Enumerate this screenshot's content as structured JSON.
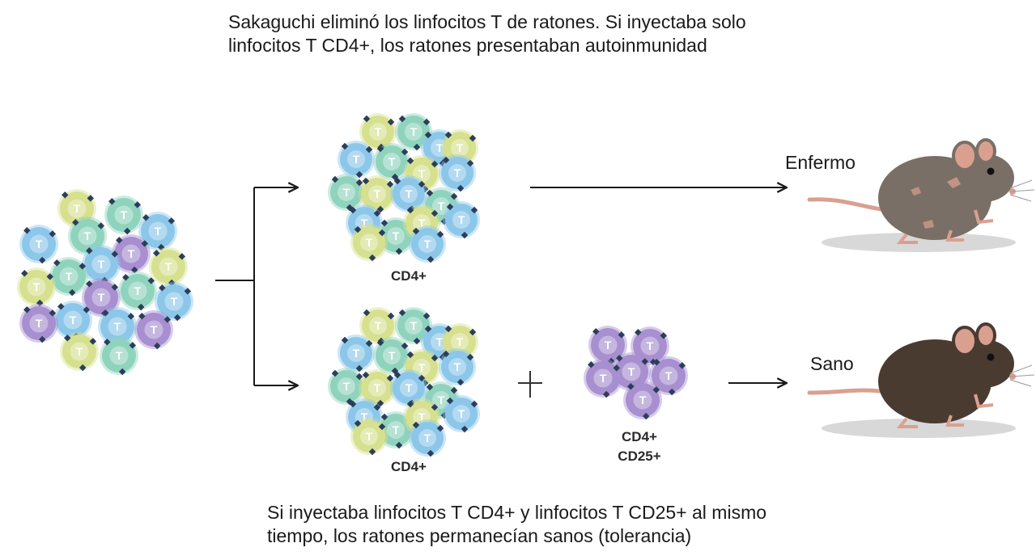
{
  "caption_top_line1": "Sakaguchi eliminó los linfocitos T de ratones. Si inyectaba solo",
  "caption_top_line2": "linfocitos T CD4+, los ratones presentaban autoinmunidad",
  "caption_bottom_line1": "Si inyectaba linfocitos T CD4+ y linfocitos T CD25+ al mismo",
  "caption_bottom_line2": "tiempo, los ratones permanecían sanos (tolerancia)",
  "label_cd4_top": "CD4+",
  "label_cd4_bottom": "CD4+",
  "label_cd25_line1": "CD4+",
  "label_cd25_line2": "CD25+",
  "outcome_sick": "Enfermo",
  "outcome_healthy": "Sano",
  "cell_letter": "T",
  "colors": {
    "yellow": "#d6e08f",
    "green": "#8fd3bd",
    "blue": "#8cc7ea",
    "purple": "#a78fd0",
    "receptor": "#2c3e58",
    "arrow": "#1a1a1a",
    "mouse_sick": "#7a6f66",
    "mouse_healthy": "#4a3b31",
    "mouse_pink": "#d9a090"
  }
}
